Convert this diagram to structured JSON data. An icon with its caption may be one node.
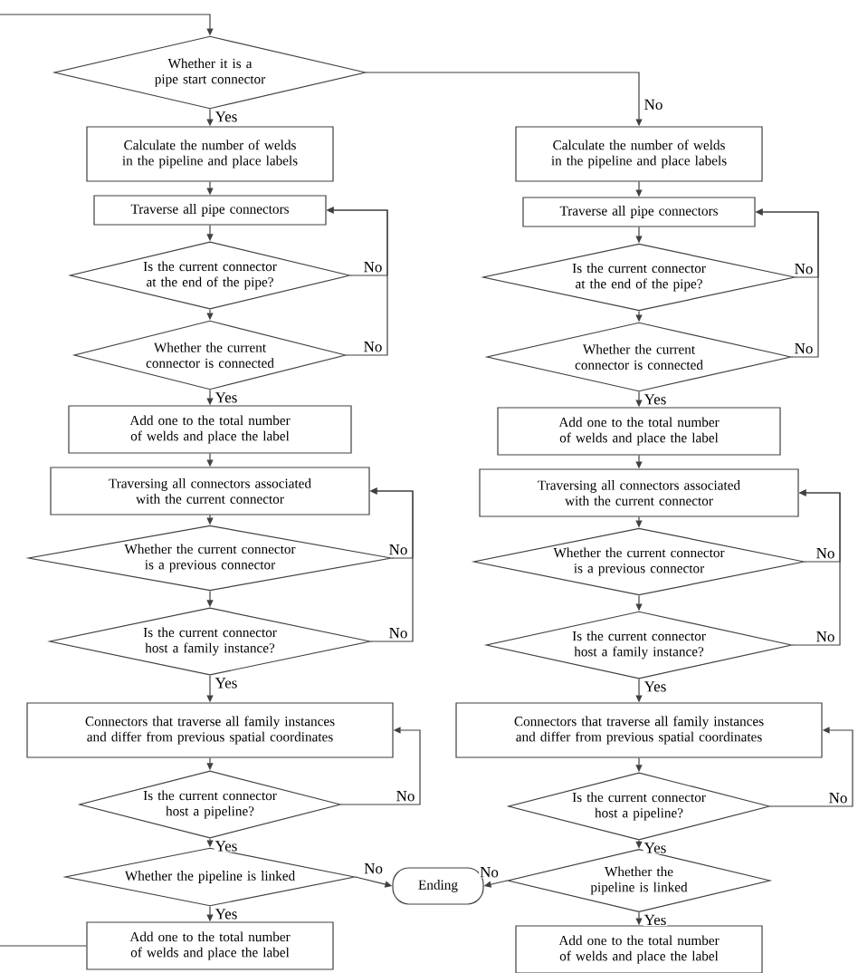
{
  "diagram": {
    "nodes": [
      {
        "text": [
          "Whether it is a pipe start connector"
        ]
      },
      {
        "text": [
          "Calculate the number of welds in the pipeline and place labels"
        ]
      },
      {
        "text": [
          "Traverse all pipe connectors"
        ]
      },
      {
        "text": [
          "Is the current connector at the end of the pipe?"
        ]
      },
      {
        "text": [
          "Whether the current connector is connected"
        ]
      },
      {
        "text": [
          "Add one to the total number of welds and place the label"
        ]
      },
      {
        "text": [
          "Traversing all connectors associated with the current connector"
        ]
      },
      {
        "text": [
          "Whether the current connector is a previous connector"
        ]
      },
      {
        "text": [
          "Is the current connector host a family instance?"
        ]
      },
      {
        "text": [
          "Connectors that traverse all family instances and differ from previous spatial coordinates"
        ]
      },
      {
        "text": [
          "Is the current connector host a pipeline?"
        ]
      },
      {
        "text": [
          "Whether the pipeline is linked"
        ]
      },
      {
        "text": [
          "Add one to the total number of welds and place the label"
        ]
      },
      {
        "text": [
          "Ending"
        ]
      },
      {
        "text": [
          "Calculate the number of welds in the pipeline and place labels"
        ]
      },
      {
        "text": [
          "Traverse all pipe connectors"
        ]
      },
      {
        "text": [
          "Is the current connector at the end of the pipe?"
        ]
      },
      {
        "text": [
          "Whether the current connector is connected"
        ]
      },
      {
        "text": [
          "Add one to the total number of welds and place the label"
        ]
      },
      {
        "text": [
          "Traversing all connectors associated with the current connector"
        ]
      },
      {
        "text": [
          "Whether the current connector is a previous connector"
        ]
      },
      {
        "text": [
          "Is the current connector host a family instance?"
        ]
      },
      {
        "text": [
          "Connectors that traverse all family instances and differ from previous spatial coordinates"
        ]
      },
      {
        "text": [
          "Is the current connector host a pipeline?"
        ]
      },
      {
        "text": [
          "Whether the pipeline is linked"
        ]
      },
      {
        "text": [
          "Add one to the total number of welds and place the label"
        ]
      }
    ],
    "edges": [
      {
        "from": null,
        "to": 0,
        "arrow": "to"
      },
      {
        "from": 0,
        "to": 1,
        "arrow": "to",
        "label": "Yes"
      },
      {
        "from": 0,
        "to": 14,
        "arrow": "to",
        "label": "No"
      },
      {
        "from": 1,
        "to": 2,
        "arrow": "to"
      },
      {
        "from": 2,
        "to": 3,
        "arrow": "to"
      },
      {
        "from": 3,
        "to": 4,
        "arrow": "to"
      },
      {
        "from": 3,
        "to": 2,
        "arrow": "to",
        "label": "No"
      },
      {
        "from": 4,
        "to": 2,
        "arrow": "to",
        "label": "No"
      },
      {
        "from": 4,
        "to": 5,
        "arrow": "to",
        "label": "Yes"
      },
      {
        "from": 5,
        "to": 6,
        "arrow": "to"
      },
      {
        "from": 6,
        "to": 7,
        "arrow": "to"
      },
      {
        "from": 7,
        "to": 8,
        "arrow": "to"
      },
      {
        "from": 7,
        "to": 6,
        "arrow": "to",
        "label": "No"
      },
      {
        "from": 8,
        "to": 6,
        "arrow": "to",
        "label": "No"
      },
      {
        "from": 8,
        "to": 9,
        "arrow": "to",
        "label": "Yes"
      },
      {
        "from": 9,
        "to": 10,
        "arrow": "to"
      },
      {
        "from": 10,
        "to": 9,
        "arrow": "to",
        "label": "No"
      },
      {
        "from": 10,
        "to": 11,
        "arrow": "to",
        "label": "Yes"
      },
      {
        "from": 11,
        "to": 13,
        "arrow": "to",
        "label": "No"
      },
      {
        "from": 11,
        "to": 12,
        "arrow": "to",
        "label": "Yes"
      },
      {
        "from": 12,
        "to": null,
        "arrow": "none"
      },
      {
        "from": 14,
        "to": 15,
        "arrow": "to"
      },
      {
        "from": 15,
        "to": 16,
        "arrow": "to"
      },
      {
        "from": 16,
        "to": 17,
        "arrow": "to"
      },
      {
        "from": 16,
        "to": 15,
        "arrow": "to",
        "label": "No"
      },
      {
        "from": 17,
        "to": 15,
        "arrow": "to",
        "label": "No"
      },
      {
        "from": 17,
        "to": 18,
        "arrow": "to",
        "label": "Yes"
      },
      {
        "from": 18,
        "to": 19,
        "arrow": "to"
      },
      {
        "from": 19,
        "to": 20,
        "arrow": "to"
      },
      {
        "from": 20,
        "to": 21,
        "arrow": "to"
      },
      {
        "from": 20,
        "to": 19,
        "arrow": "to",
        "label": "No"
      },
      {
        "from": 21,
        "to": 19,
        "arrow": "to",
        "label": "No"
      },
      {
        "from": 21,
        "to": 22,
        "arrow": "to",
        "label": "Yes"
      },
      {
        "from": 22,
        "to": 23,
        "arrow": "to"
      },
      {
        "from": 23,
        "to": 22,
        "arrow": "to",
        "label": "No"
      },
      {
        "from": 23,
        "to": 24,
        "arrow": "to",
        "label": "Yes"
      },
      {
        "from": 24,
        "to": 13,
        "arrow": "to",
        "label": "No"
      },
      {
        "from": 24,
        "to": 25,
        "arrow": "to",
        "label": "Yes"
      }
    ]
  }
}
